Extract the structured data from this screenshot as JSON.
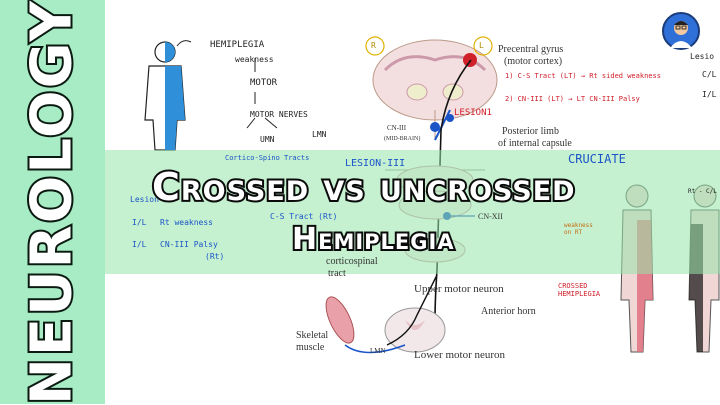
{
  "side_label": "NEUROLOGY",
  "title_line1": "Crossed vs uncrossed",
  "title_line2": "Hemiplegia",
  "notes": {
    "hemiplegia": "HEMIPLEGIA",
    "weakness": "weakness",
    "motor": "MOTOR",
    "motor_nerves": "MOTOR NERVES",
    "umn": "UMN",
    "lmn": "LMN",
    "corticospinal": "Cortico-Spino Tracts",
    "lesion_i": "Lesion-I",
    "il1": "I/L",
    "rt_weakness": "Rt weakness",
    "cs_tract_rt": "C-S Tract (Rt)",
    "il2": "I/L",
    "cn_palsy": "CN-III Palsy",
    "cn_palsy_side": "(Rt)",
    "lesion_iii": "LESION-III",
    "cruciate": "CRUCIATE",
    "lesion1": "LESION1",
    "r_mark": "R",
    "l_mark": "L",
    "note1": "1) C-S Tract (LT) → Rt sided weakness",
    "note2": "2) CN-III (LT) → LT CN-III Palsy",
    "lesio": "Lesio",
    "cl": "C/L",
    "il_right": "I/L",
    "crossed_hemiplegia": "CROSSED HEMIPLEGIA",
    "weakness_on_rt": "weakness on RT",
    "rt_cl": "Rt - C/L"
  },
  "labels": {
    "precentral": "Precentral gyrus",
    "motor_cortex": "(motor cortex)",
    "posterior_limb": "Posterior limb",
    "internal_capsule": "of internal capsule",
    "midbrain": "(MID-BRAIN)",
    "cn3": "CN-III",
    "cn12": "CN-XII",
    "corticospinal_tract": "corticospinal",
    "tract": "tract",
    "umn_label": "Upper motor neuron",
    "anterior_horn": "Anterior horn",
    "skeletal": "Skeletal",
    "muscle": "muscle",
    "lmn_small": "LMN",
    "lmn_label": "Lower motor neuron"
  },
  "colors": {
    "band": "#a7ecc5",
    "strip": "#96e6aa",
    "accent_red": "#d0202a",
    "accent_blue": "#1a54c8",
    "body_blue": "#2f8fd8"
  }
}
